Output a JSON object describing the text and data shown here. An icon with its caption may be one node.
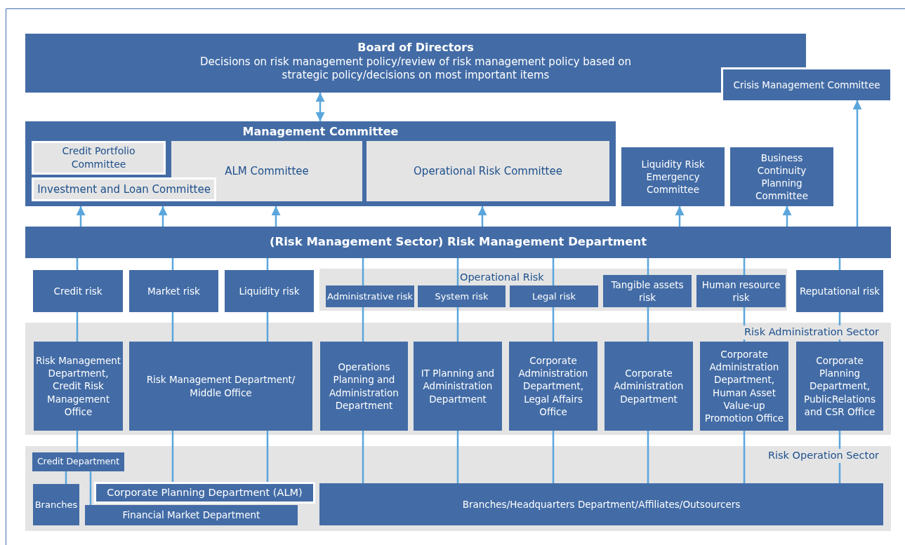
{
  "diagram": {
    "nodes": [
      {
        "text": [
          "Board of Directors",
          "Decisions on risk management policy/review of risk management policy based on strategic policy/decisions on most important items"
        ]
      },
      {
        "text": [
          "Crisis Management Committee"
        ]
      },
      {
        "text": [
          "Management Committee"
        ]
      },
      {
        "text": [
          "Credit Portfolio Committee"
        ],
        "in": 2
      },
      {
        "text": [
          "ALM Committee"
        ],
        "in": 2
      },
      {
        "text": [
          "Investment and Loan Committee"
        ],
        "in": 2
      },
      {
        "text": [
          "Operational Risk Committee"
        ],
        "in": 2
      },
      {
        "text": [
          "Liquidity Risk Emergency Committee"
        ]
      },
      {
        "text": [
          "Business Continuity Planning Committee"
        ]
      },
      {
        "text": [
          "(Risk Management Sector) Risk Management Department"
        ]
      },
      {
        "text": [
          "Credit risk"
        ]
      },
      {
        "text": [
          "Market risk"
        ]
      },
      {
        "text": [
          "Liquidity risk"
        ]
      },
      {
        "text": [
          "Operational Risk"
        ]
      },
      {
        "text": [
          "Administrative risk"
        ],
        "in": 13
      },
      {
        "text": [
          "System risk"
        ],
        "in": 13
      },
      {
        "text": [
          "Legal risk"
        ],
        "in": 13
      },
      {
        "text": [
          "Tangible assets risk"
        ],
        "in": 13
      },
      {
        "text": [
          "Human resource risk"
        ],
        "in": 13
      },
      {
        "text": [
          "Reputational risk"
        ]
      },
      {
        "text": [
          "Risk Administration Sector"
        ]
      },
      {
        "text": [
          "Risk Management Department, Credit Risk Management Office"
        ],
        "in": 20
      },
      {
        "text": [
          "Risk Management Department/ Middle Office"
        ],
        "in": 20
      },
      {
        "text": [
          "Operations Planning and Administration Department"
        ],
        "in": 20
      },
      {
        "text": [
          "IT Planning and Administration Department"
        ],
        "in": 20
      },
      {
        "text": [
          "Corporate Administration Department, Legal Affairs Office"
        ],
        "in": 20
      },
      {
        "text": [
          "Corporate Administration Department"
        ],
        "in": 20
      },
      {
        "text": [
          "Corporate Administration Department, Human Asset Value-up Promotion Office"
        ],
        "in": 20
      },
      {
        "text": [
          "Corporate Planning Department, PublicRelations and CSR Office"
        ],
        "in": 20
      },
      {
        "text": [
          "Risk Operation Sector"
        ]
      },
      {
        "text": [
          "Credit Department"
        ],
        "in": 29
      },
      {
        "text": [
          "Branches"
        ],
        "in": 29
      },
      {
        "text": [
          "Corporate Planning Department (ALM)"
        ],
        "in": 29
      },
      {
        "text": [
          "Financial Market Department"
        ],
        "in": 29
      },
      {
        "text": [
          "Branches/Headquarters Department/Affiliates/Outsourcers"
        ],
        "in": 29
      }
    ],
    "edges": [
      {
        "from": 0,
        "to": 2,
        "arrow": "both"
      },
      {
        "from": 9,
        "to": 2,
        "arrow": "to"
      },
      {
        "from": 9,
        "to": 2,
        "arrow": "to"
      },
      {
        "from": 9,
        "to": 2,
        "arrow": "to"
      },
      {
        "from": 9,
        "to": 2,
        "arrow": "to"
      },
      {
        "from": 9,
        "to": 7,
        "arrow": "to"
      },
      {
        "from": 9,
        "to": 8,
        "arrow": "to"
      },
      {
        "from": 9,
        "to": 1,
        "arrow": "to"
      },
      {
        "from": 9,
        "to": 10,
        "arrow": "none"
      },
      {
        "from": 9,
        "to": 11,
        "arrow": "none"
      },
      {
        "from": 9,
        "to": 12,
        "arrow": "none"
      },
      {
        "from": 9,
        "to": 14,
        "arrow": "none"
      },
      {
        "from": 9,
        "to": 15,
        "arrow": "none"
      },
      {
        "from": 9,
        "to": 16,
        "arrow": "none"
      },
      {
        "from": 9,
        "to": 17,
        "arrow": "none"
      },
      {
        "from": 9,
        "to": 18,
        "arrow": "none"
      },
      {
        "from": 9,
        "to": 19,
        "arrow": "none"
      },
      {
        "from": 10,
        "to": 21,
        "arrow": "none"
      },
      {
        "from": 11,
        "to": 22,
        "arrow": "none"
      },
      {
        "from": 12,
        "to": 22,
        "arrow": "none"
      },
      {
        "from": 14,
        "to": 23,
        "arrow": "none"
      },
      {
        "from": 15,
        "to": 24,
        "arrow": "none"
      },
      {
        "from": 16,
        "to": 25,
        "arrow": "none"
      },
      {
        "from": 17,
        "to": 26,
        "arrow": "none"
      },
      {
        "from": 18,
        "to": 27,
        "arrow": "none"
      },
      {
        "from": 19,
        "to": 28,
        "arrow": "none"
      },
      {
        "from": 21,
        "to": 30,
        "arrow": "none"
      },
      {
        "from": 22,
        "to": 32,
        "arrow": "none"
      },
      {
        "from": 22,
        "to": 32,
        "arrow": "none"
      },
      {
        "from": 23,
        "to": 34,
        "arrow": "none"
      },
      {
        "from": 24,
        "to": 34,
        "arrow": "none"
      },
      {
        "from": 25,
        "to": 34,
        "arrow": "none"
      },
      {
        "from": 26,
        "to": 34,
        "arrow": "none"
      },
      {
        "from": 27,
        "to": 34,
        "arrow": "none"
      },
      {
        "from": 28,
        "to": 34,
        "arrow": "none"
      },
      {
        "from": 30,
        "to": 31,
        "arrow": "none"
      },
      {
        "from": 30,
        "to": 33,
        "arrow": "none"
      }
    ]
  }
}
